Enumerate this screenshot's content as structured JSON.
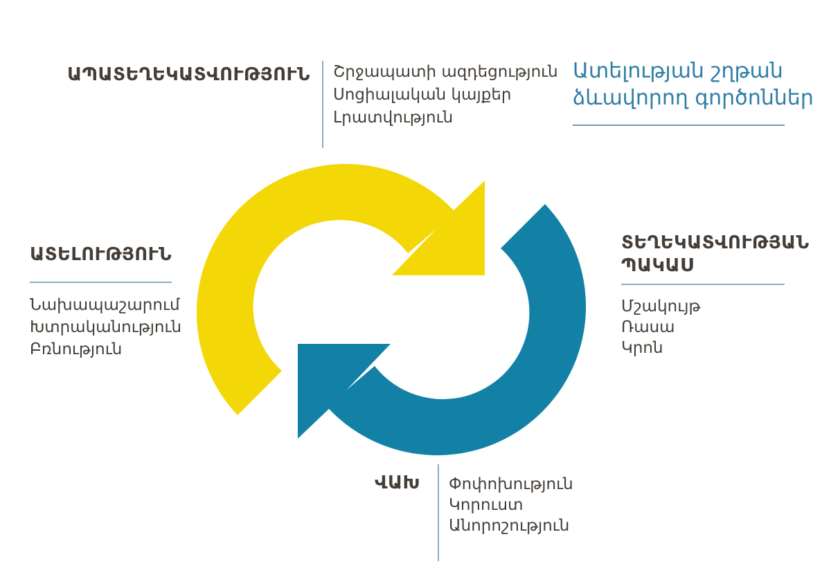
{
  "title": {
    "line1": "Ատելության շղթան",
    "line2": "ձևավորող գործոններ"
  },
  "sections": {
    "disinformation": {
      "heading": "ԱՊԱՏԵՂԵԿԱՏՎՈՒԹՅՈՒՆ",
      "items": [
        "Շրջապատի ազդեցություն",
        "Սոցիալական կայքեր",
        "Լրատվություն"
      ]
    },
    "hatred": {
      "heading": "ԱՏԵԼՈՒԹՅՈՒՆ",
      "items": [
        "Նախապաշարում",
        "Խտրականություն",
        "Բռնություն"
      ]
    },
    "lack_of_information": {
      "heading_line1": "ՏԵՂԵԿԱՏՎՈՒԹՅԱՆ",
      "heading_line2": "ՊԱԿԱՍ",
      "items": [
        "Մշակույթ",
        "Ռասա",
        "Կրոն"
      ]
    },
    "fear": {
      "heading": "ՎԱԽ",
      "items": [
        "Փոփոխություն",
        "Կորուստ",
        "Անորոշություն"
      ]
    }
  },
  "colors": {
    "arrow_yellow": "#F3D707",
    "arrow_blue": "#1381A6",
    "title_text": "#2F7EA6",
    "body_text": "#453E38",
    "separator": "#85AEC6",
    "title_underline": "#6E99B5"
  }
}
